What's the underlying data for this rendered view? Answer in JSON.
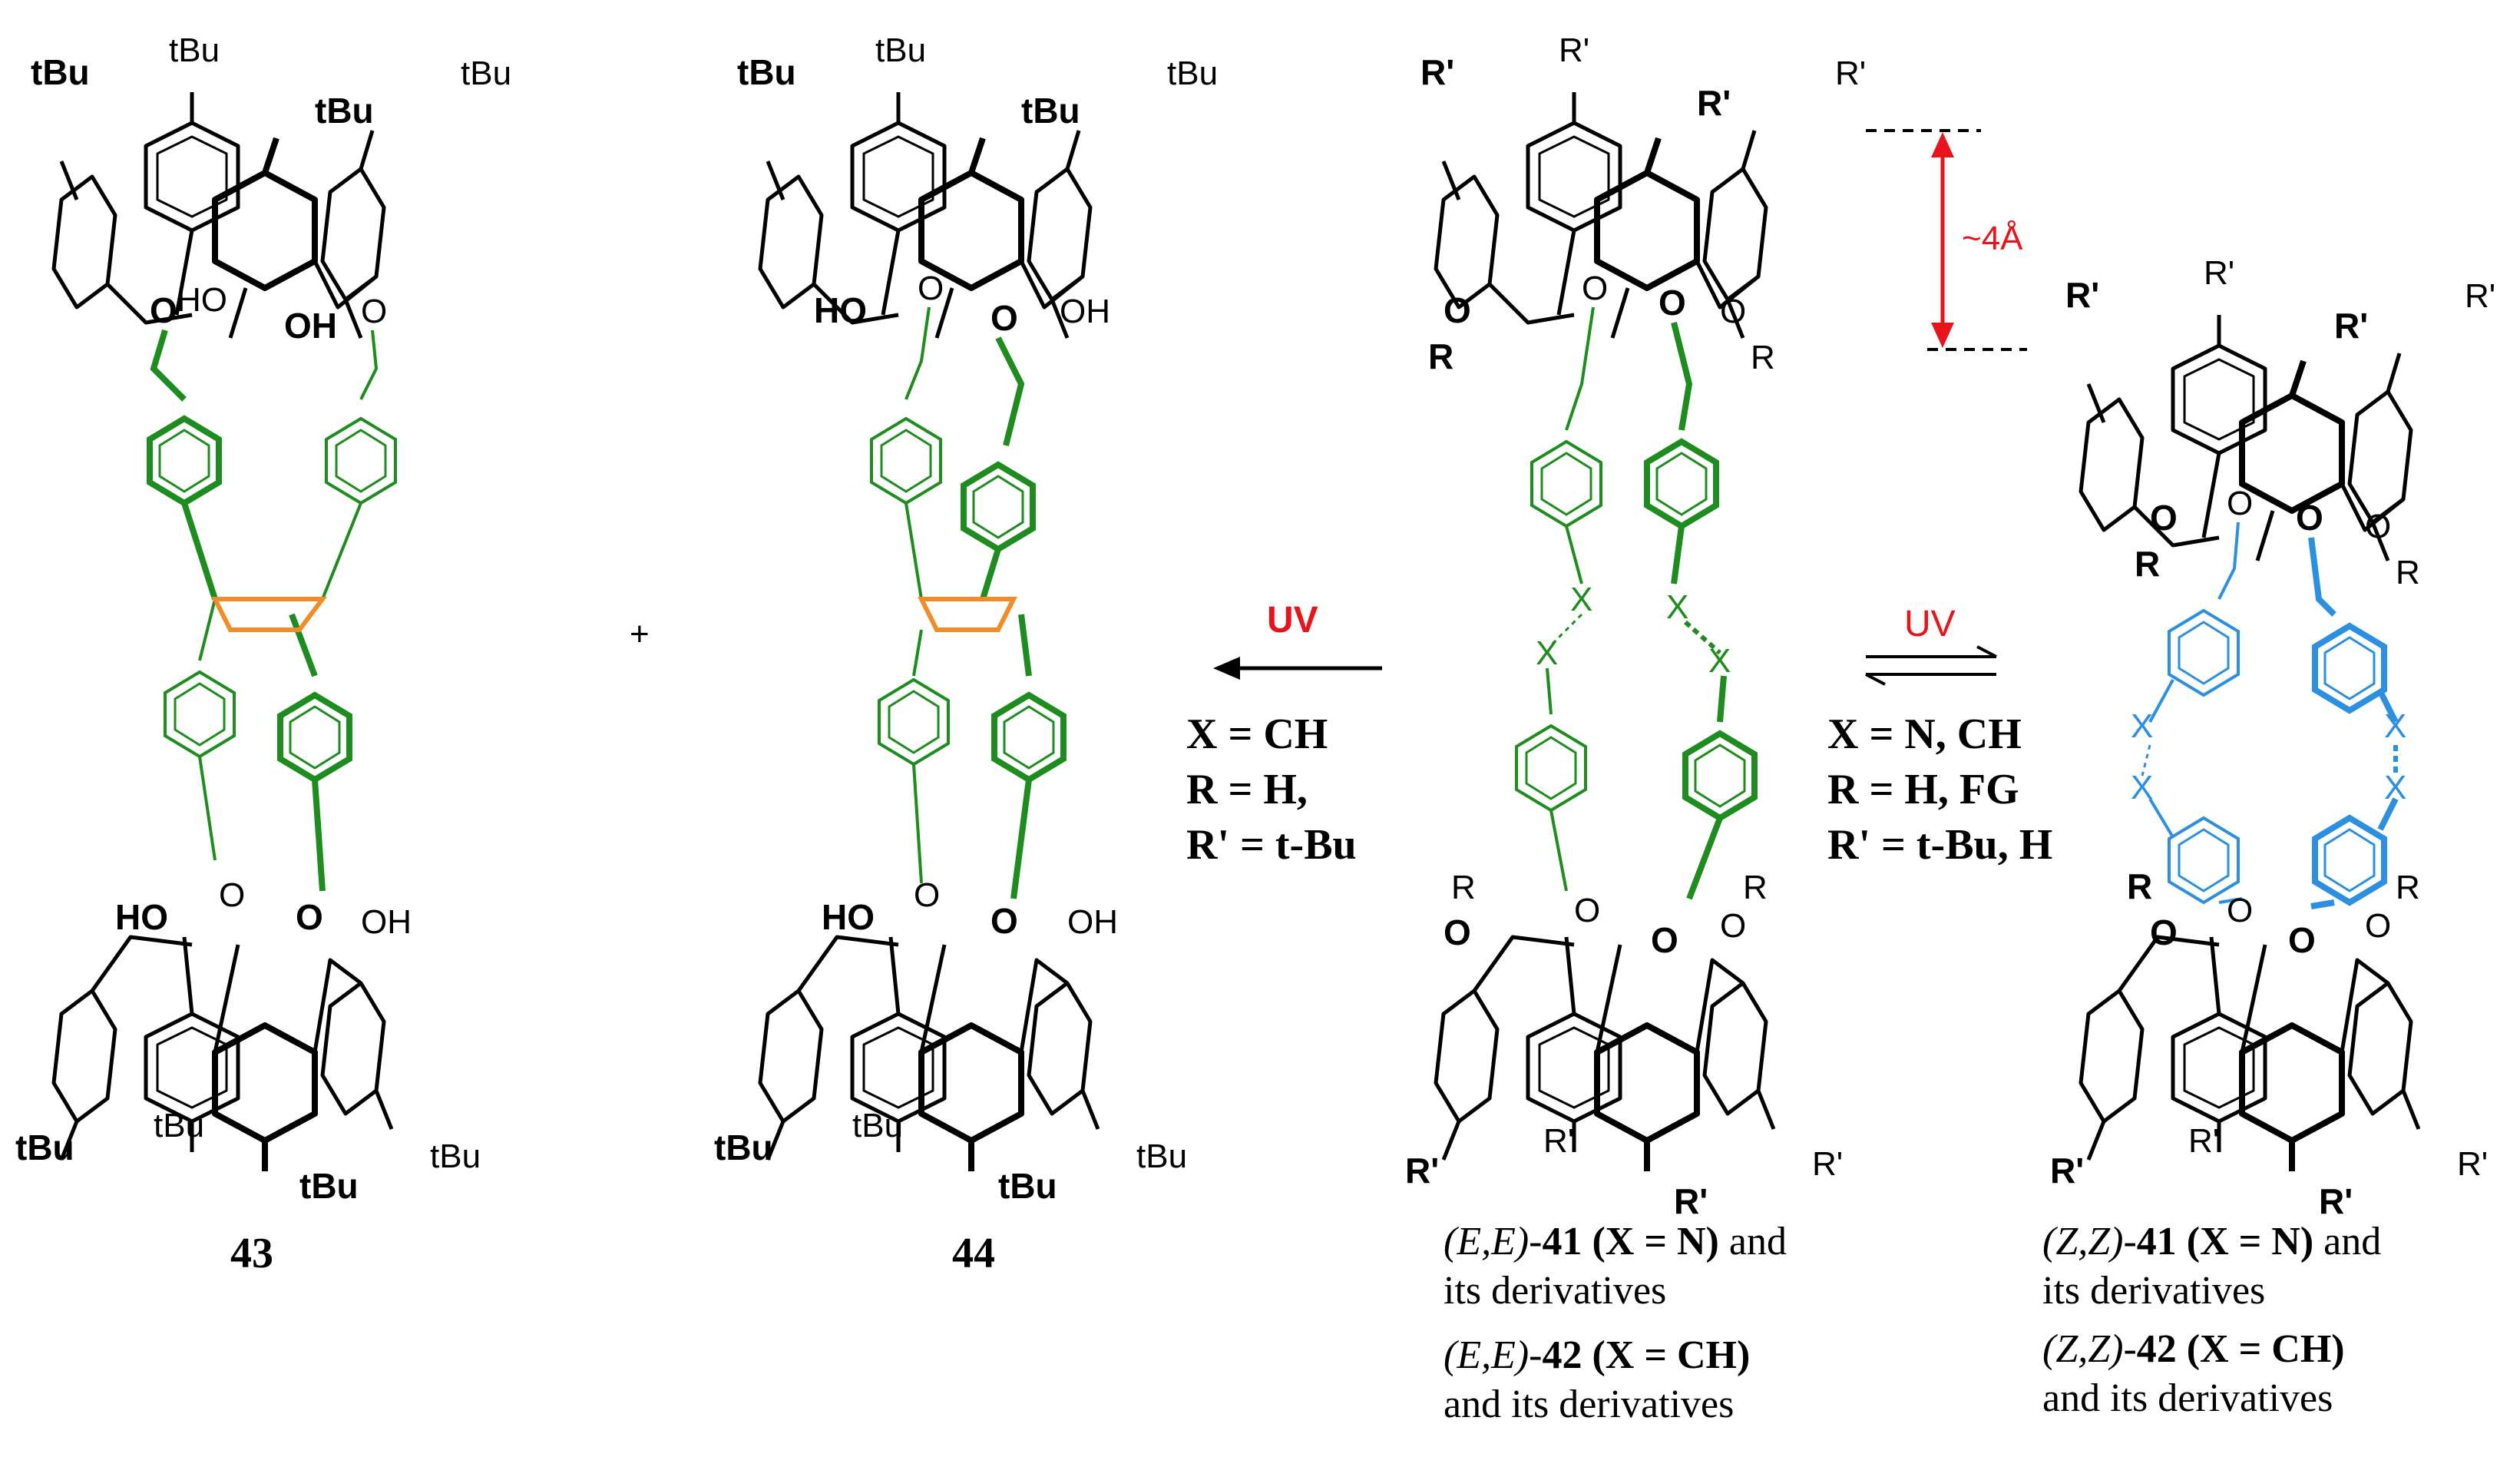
{
  "colors": {
    "green": "#1e8c1e",
    "orange": "#f28c28",
    "blue": "#2c8fe0",
    "red": "#e8141b",
    "black": "#000000"
  },
  "compound43": {
    "number": "43",
    "top_labels": [
      "tBu",
      "tBu",
      "tBu",
      "tBu"
    ],
    "top_oh": [
      "HO",
      "OH"
    ],
    "bottom_oh": [
      "HO",
      "OH"
    ],
    "bottom_labels": [
      "tBu",
      "tBu",
      "tBu",
      "tBu"
    ]
  },
  "plus": "+",
  "compound44": {
    "number": "44",
    "top_oh": [
      "HO",
      "OH"
    ],
    "bottom_oh": [
      "HO",
      "OH"
    ]
  },
  "reaction_left": {
    "arrow_label": "UV",
    "conditions": [
      "X = CH",
      "R = H,",
      "R' = t-Bu"
    ]
  },
  "reaction_right": {
    "arrow_label": "UV",
    "conditions": [
      "X = N, CH",
      "R = H, FG",
      "R' = t-Bu, H"
    ]
  },
  "distance_label": "~4Å",
  "substituent_r1": "R'",
  "substituent_r": "R",
  "bridge_x": "X",
  "ee_captions": {
    "line1_prefix": "(E,E)-",
    "line1_num": "41",
    "line1_cond": "(X = N)",
    "line1_tail": "and",
    "line2": "its derivatives",
    "line3_prefix": "(E,E)-",
    "line3_num": "42",
    "line3_cond": "(X = CH)",
    "line4": "and its derivatives"
  },
  "zz_captions": {
    "line1_prefix": "(Z,Z)-",
    "line1_num": "41",
    "line1_cond": "(X = N)",
    "line1_tail": "and",
    "line2": "its derivatives",
    "line3_prefix": "(Z,Z)-",
    "line3_num": "42",
    "line3_cond": "(X = CH)",
    "line4": "and its derivatives"
  }
}
